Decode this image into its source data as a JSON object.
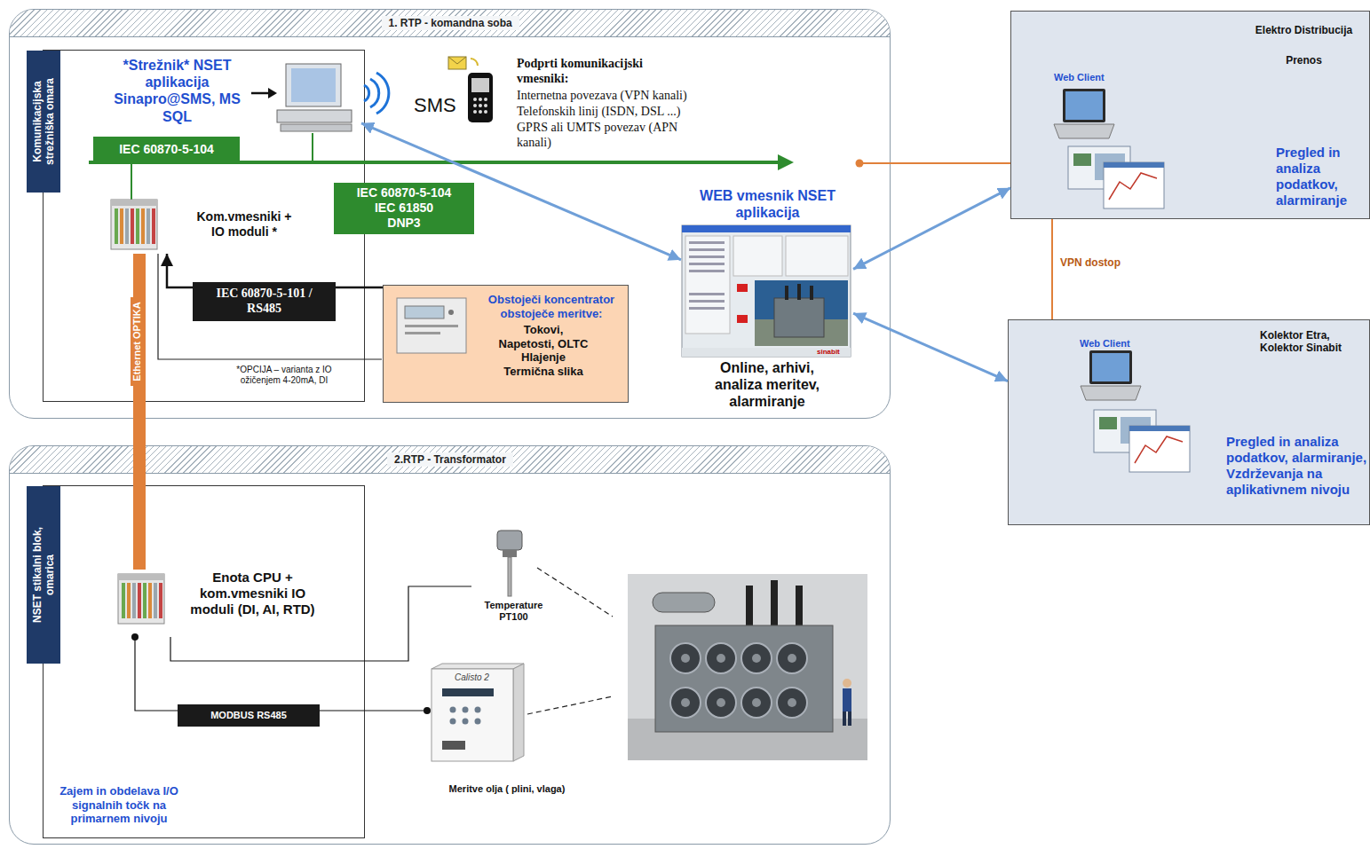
{
  "diagram": {
    "nodes": [
      {
        "text": [
          "1. RTP - komandna soba"
        ]
      },
      {
        "text": [
          "Komunikacijska strežniška omara"
        ],
        "in": 0
      },
      {
        "text": [
          "*Strežnik* NSET aplikacija Sinapro@SMS, MS SQL"
        ],
        "in": 1
      },
      {
        "text": [
          "IEC 60870-5-104"
        ],
        "in": 1
      },
      {
        "text": [
          "Kom.vmesniki + IO moduli *"
        ],
        "in": 1
      },
      {
        "text": [
          "IEC 60870-5-104",
          "IEC 61850",
          "DNP3"
        ],
        "in": 0
      },
      {
        "text": [
          "Obstoječi koncentrator obstoječe meritve:",
          "Tokovi, Napetosti, OLTC Hlajenje Termična slika"
        ],
        "in": 0
      },
      {
        "text": [
          "WEB vmesnik NSET aplikacija",
          "Online, arhivi, analiza meritev, alarmiranje"
        ],
        "in": 0
      },
      {
        "text": [
          "2.RTP - Transformator"
        ]
      },
      {
        "text": [
          "NSET stikalni blok, omarica",
          "Zajem in obdelava I/O signalnih točk na primarnem nivoju"
        ],
        "in": 8
      },
      {
        "text": [
          "Enota CPU + kom.vmesniki IO moduli (DI, AI, RTD)"
        ],
        "in": 9
      },
      {
        "text": [
          "Temperature PT100"
        ],
        "in": 8
      },
      {
        "text": [
          "Meritve olja ( plini, vlaga)"
        ],
        "in": 8
      },
      {
        "text": [
          "Elektro Distribucija",
          "Prenos",
          "Web Client",
          "Pregled in analiza podatkov, alarmiranje"
        ]
      },
      {
        "text": [
          "Kolektor Etra, Kolektor Sinabit",
          "Web Client",
          "Pregled in analiza podatkov, alarmiranje, Vzdrževanja na aplikativnem nivoju"
        ]
      }
    ],
    "edges": [
      {
        "from": 2,
        "to": 7,
        "arrow": "both"
      },
      {
        "from": 7,
        "to": 13,
        "arrow": "both"
      },
      {
        "from": 7,
        "to": 14,
        "arrow": "both"
      },
      {
        "from": 6,
        "to": 4,
        "label": "IEC 60870-5-101 / RS485",
        "arrow": "to"
      },
      {
        "from": 4,
        "to": 10,
        "label": "Ethernet OPTIKA",
        "arrow": "none"
      },
      {
        "from": 11,
        "to": 10,
        "arrow": "none"
      },
      {
        "from": 12,
        "to": 10,
        "label": "MODBUS RS485",
        "arrow": "none"
      },
      {
        "from": 13,
        "to": 14,
        "label": "VPN dostop",
        "arrow": "none"
      }
    ],
    "labels": [
      "SMS",
      "Podprti komunikacijski vmesniki:",
      "Internetna povezava (VPN kanali)",
      "Telefonskih linij (ISDN, DSL ...)",
      "GPRS ali UMTS povezav (APN kanali)",
      "*OPCIJA – varianta z IO ožičenjem 4-20mA, DI",
      "Calisto 2",
      "sinabit"
    ]
  }
}
